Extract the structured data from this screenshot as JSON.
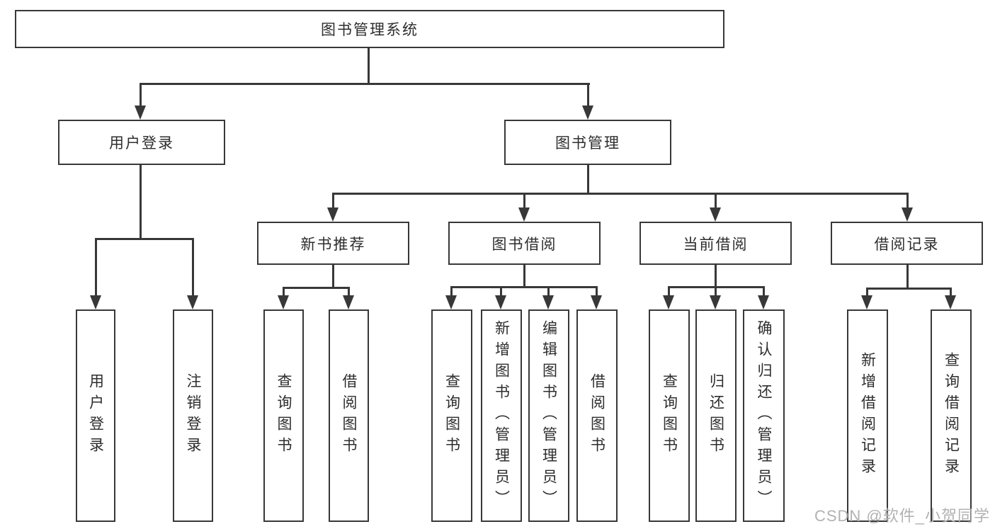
{
  "tree": {
    "label": "图书管理系统",
    "children": [
      {
        "label": "用户登录",
        "children": [
          {
            "label": "用户登录"
          },
          {
            "label": "注销登录"
          }
        ]
      },
      {
        "label": "图书管理",
        "children": [
          {
            "label": "新书推荐",
            "children": [
              {
                "label": "查询图书"
              },
              {
                "label": "借阅图书"
              }
            ]
          },
          {
            "label": "图书借阅",
            "children": [
              {
                "label": "查询图书"
              },
              {
                "label": "新增图书（管理员）"
              },
              {
                "label": "编辑图书（管理员）"
              },
              {
                "label": "借阅图书"
              }
            ]
          },
          {
            "label": "当前借阅",
            "children": [
              {
                "label": "查询图书"
              },
              {
                "label": "归还图书"
              },
              {
                "label": "确认归还（管理员）"
              }
            ]
          },
          {
            "label": "借阅记录",
            "children": [
              {
                "label": "新增借阅记录"
              },
              {
                "label": "查询借阅记录"
              }
            ]
          }
        ]
      }
    ]
  },
  "watermark": {
    "text": "CSDN @软件_小贺同学"
  },
  "colors": {
    "line": "#383838",
    "box_border": "#383838",
    "text": "#2d2d2d",
    "watermark": "#b3b1b2",
    "background": "#ffffff"
  }
}
